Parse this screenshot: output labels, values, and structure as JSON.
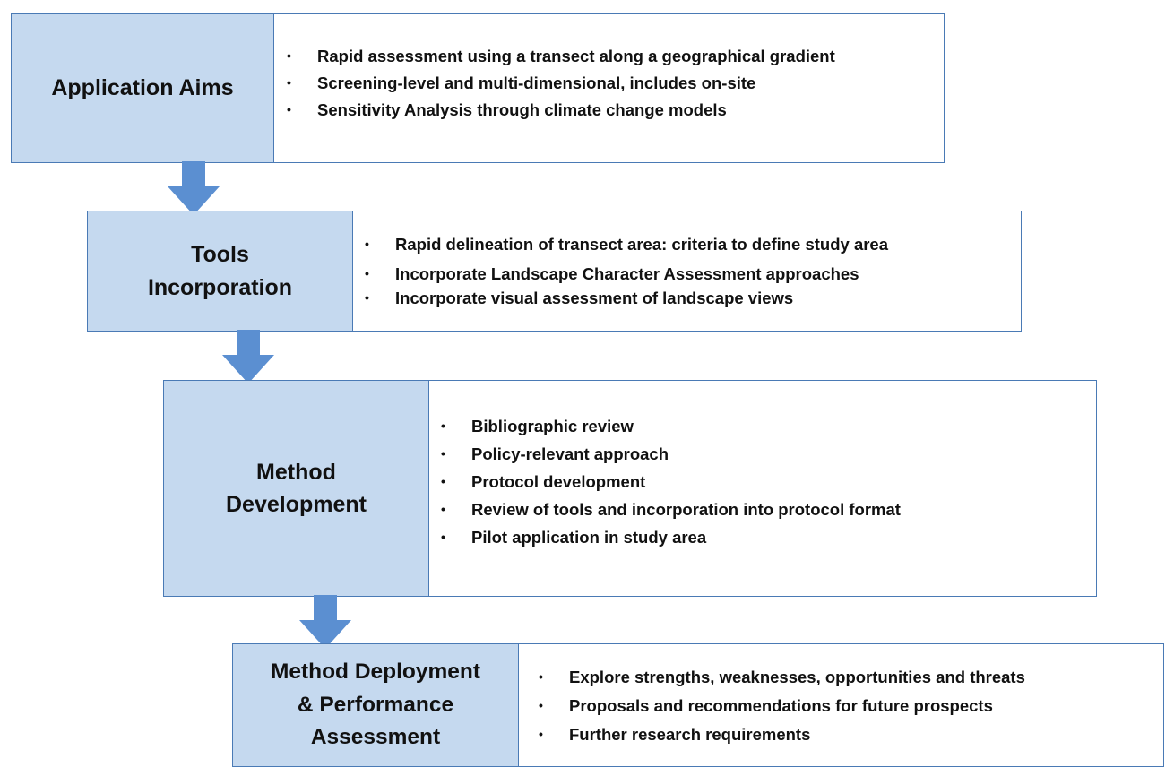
{
  "colors": {
    "label_fill": "#c5d9ef",
    "border": "#4a7ab5",
    "arrow_fill": "#5b8fd1"
  },
  "steps": [
    {
      "label": "Application Aims",
      "bullets": [
        "Rapid assessment using a transect along a geographical gradient",
        "Screening-level and multi-dimensional, includes on-site",
        "Sensitivity Analysis through climate change models"
      ]
    },
    {
      "label": "Tools\nIncorporation",
      "bullets": [
        "Rapid delineation of transect area: criteria to define study area",
        "Incorporate Landscape Character Assessment approaches",
        "Incorporate visual assessment of landscape views"
      ]
    },
    {
      "label": "Method\nDevelopment",
      "bullets": [
        "Bibliographic review",
        "Policy-relevant approach",
        "Protocol development",
        "Review of tools and incorporation into protocol format",
        "Pilot application in study area"
      ]
    },
    {
      "label": "Method Deployment\n& Performance\nAssessment",
      "bullets": [
        "Explore strengths, weaknesses, opportunities and threats",
        "Proposals and recommendations for future prospects",
        "Further research requirements"
      ]
    }
  ]
}
